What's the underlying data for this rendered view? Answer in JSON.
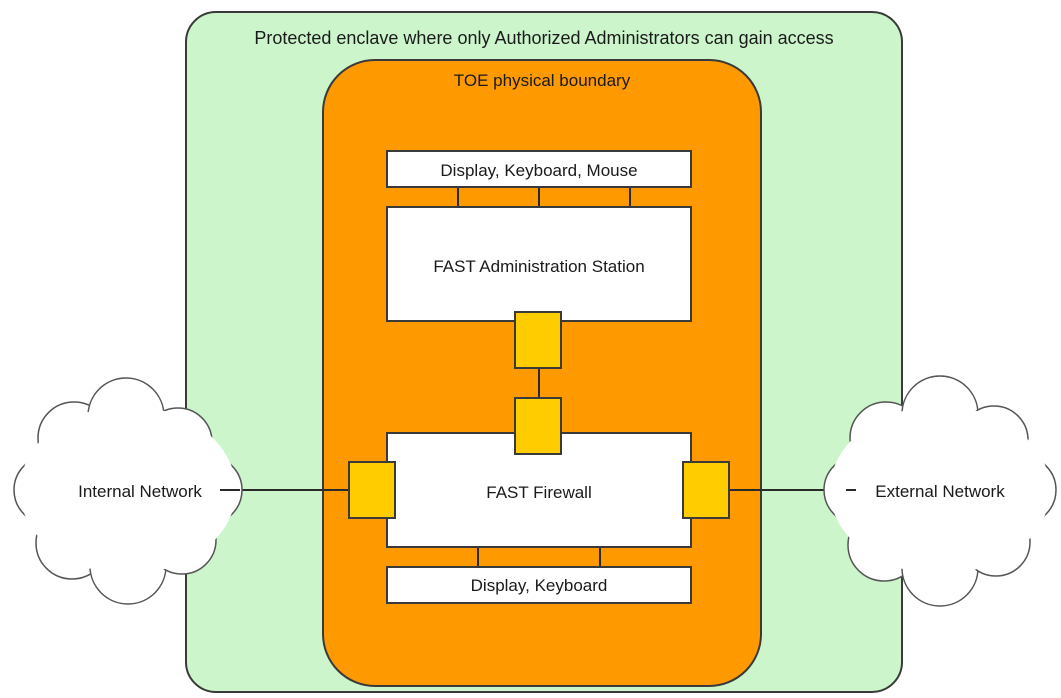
{
  "enclave": {
    "label": "Protected enclave where only Authorized Administrators can gain access",
    "fill": "#ccf5cc"
  },
  "toe": {
    "label": "TOE physical boundary",
    "fill": "#ff9900"
  },
  "station": {
    "label": "FAST Administration Station",
    "peripherals_label": "Display, Keyboard, Mouse"
  },
  "firewall": {
    "label": "FAST Firewall",
    "peripherals_label": "Display, Keyboard"
  },
  "networks": {
    "internal_label": "Internal Network",
    "external_label": "External Network"
  },
  "port_color": "#ffcc00"
}
